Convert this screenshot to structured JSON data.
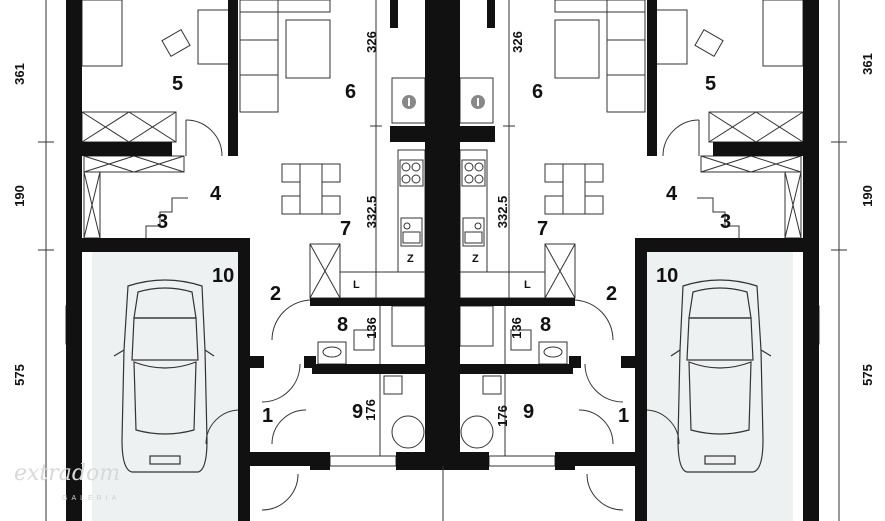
{
  "rooms": {
    "left": {
      "r1": "1",
      "r2": "2",
      "r3": "3",
      "r4": "4",
      "r5": "5",
      "r6": "6",
      "r7": "7",
      "r8": "8",
      "r9": "9",
      "r10": "10"
    },
    "right": {
      "r1": "1",
      "r2": "2",
      "r3": "3",
      "r4": "4",
      "r5": "5",
      "r6": "6",
      "r7": "7",
      "r8": "8",
      "r9": "9",
      "r10": "10"
    }
  },
  "dimensions": {
    "outer_left": [
      "361",
      "190",
      "575"
    ],
    "outer_right": [
      "361",
      "190",
      "575"
    ],
    "inner_left": [
      "326",
      "332.5",
      "136",
      "176"
    ],
    "inner_right": [
      "326",
      "332.5",
      "136",
      "176"
    ]
  },
  "fixture_marks": {
    "fridge": "L",
    "cooker": "Z"
  },
  "watermark": {
    "script": "extradom",
    "sub": "GALERIA"
  },
  "colors": {
    "wall": "#111111",
    "line": "#333333",
    "garage_floor": "#eef1f1",
    "background": "#ffffff"
  }
}
